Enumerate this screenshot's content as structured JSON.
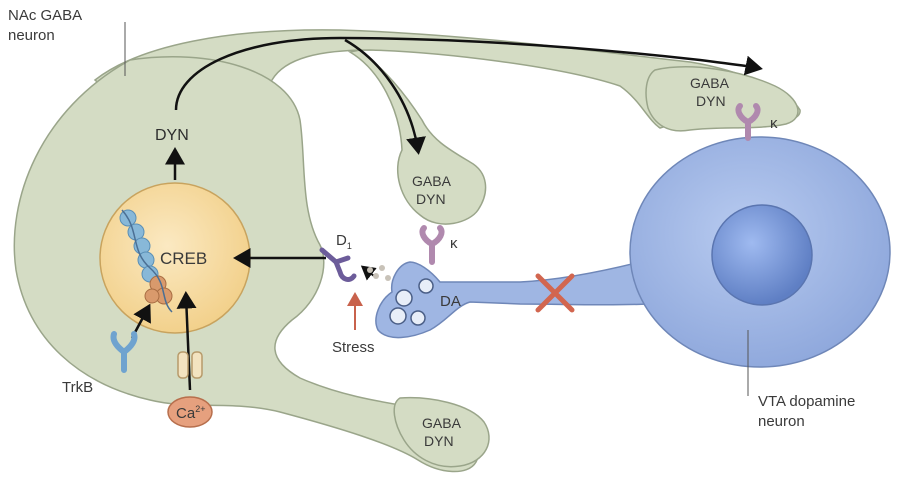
{
  "labels": {
    "nac_neuron_line1": "NAc GABA",
    "nac_neuron_line2": "neuron",
    "dyn": "DYN",
    "creb": "CREB",
    "d1_receptor": "D",
    "d1_subscript": "1",
    "kappa_terminal": "κ",
    "kappa_soma": "κ",
    "da": "DA",
    "stress": "Stress",
    "trkb": "TrkB",
    "calcium": "Ca",
    "calcium_charge": "2+",
    "terminal_top_line1": "GABA",
    "terminal_top_line2": "DYN",
    "terminal_mid_line1": "GABA",
    "terminal_mid_line2": "DYN",
    "terminal_bottom_line1": "GABA",
    "terminal_bottom_line2": "DYN",
    "vta_line1": "VTA dopamine",
    "vta_line2": "neuron"
  },
  "colors": {
    "nac_fill": "#d4dcc4",
    "nac_stroke": "#9aa58a",
    "nucleus_fill": "#f8dfa8",
    "nucleus_stroke": "#c8a35e",
    "dopamine_fill": "#9fb6e3",
    "dopamine_stroke": "#6f87b8",
    "dopamine_nucleus": "#6f8fd0",
    "receptor_purple": "#b089ae",
    "receptor_d1": "#6c5c9a",
    "trkb_blue": "#6fa3cf",
    "calcium_fill": "#e6a07e",
    "cross_red": "#d2664f",
    "stress_arrow": "#c8624c",
    "creb_blue": "#88b8d8",
    "creb_orange": "#d99a6c",
    "arrow_black": "#111111"
  }
}
